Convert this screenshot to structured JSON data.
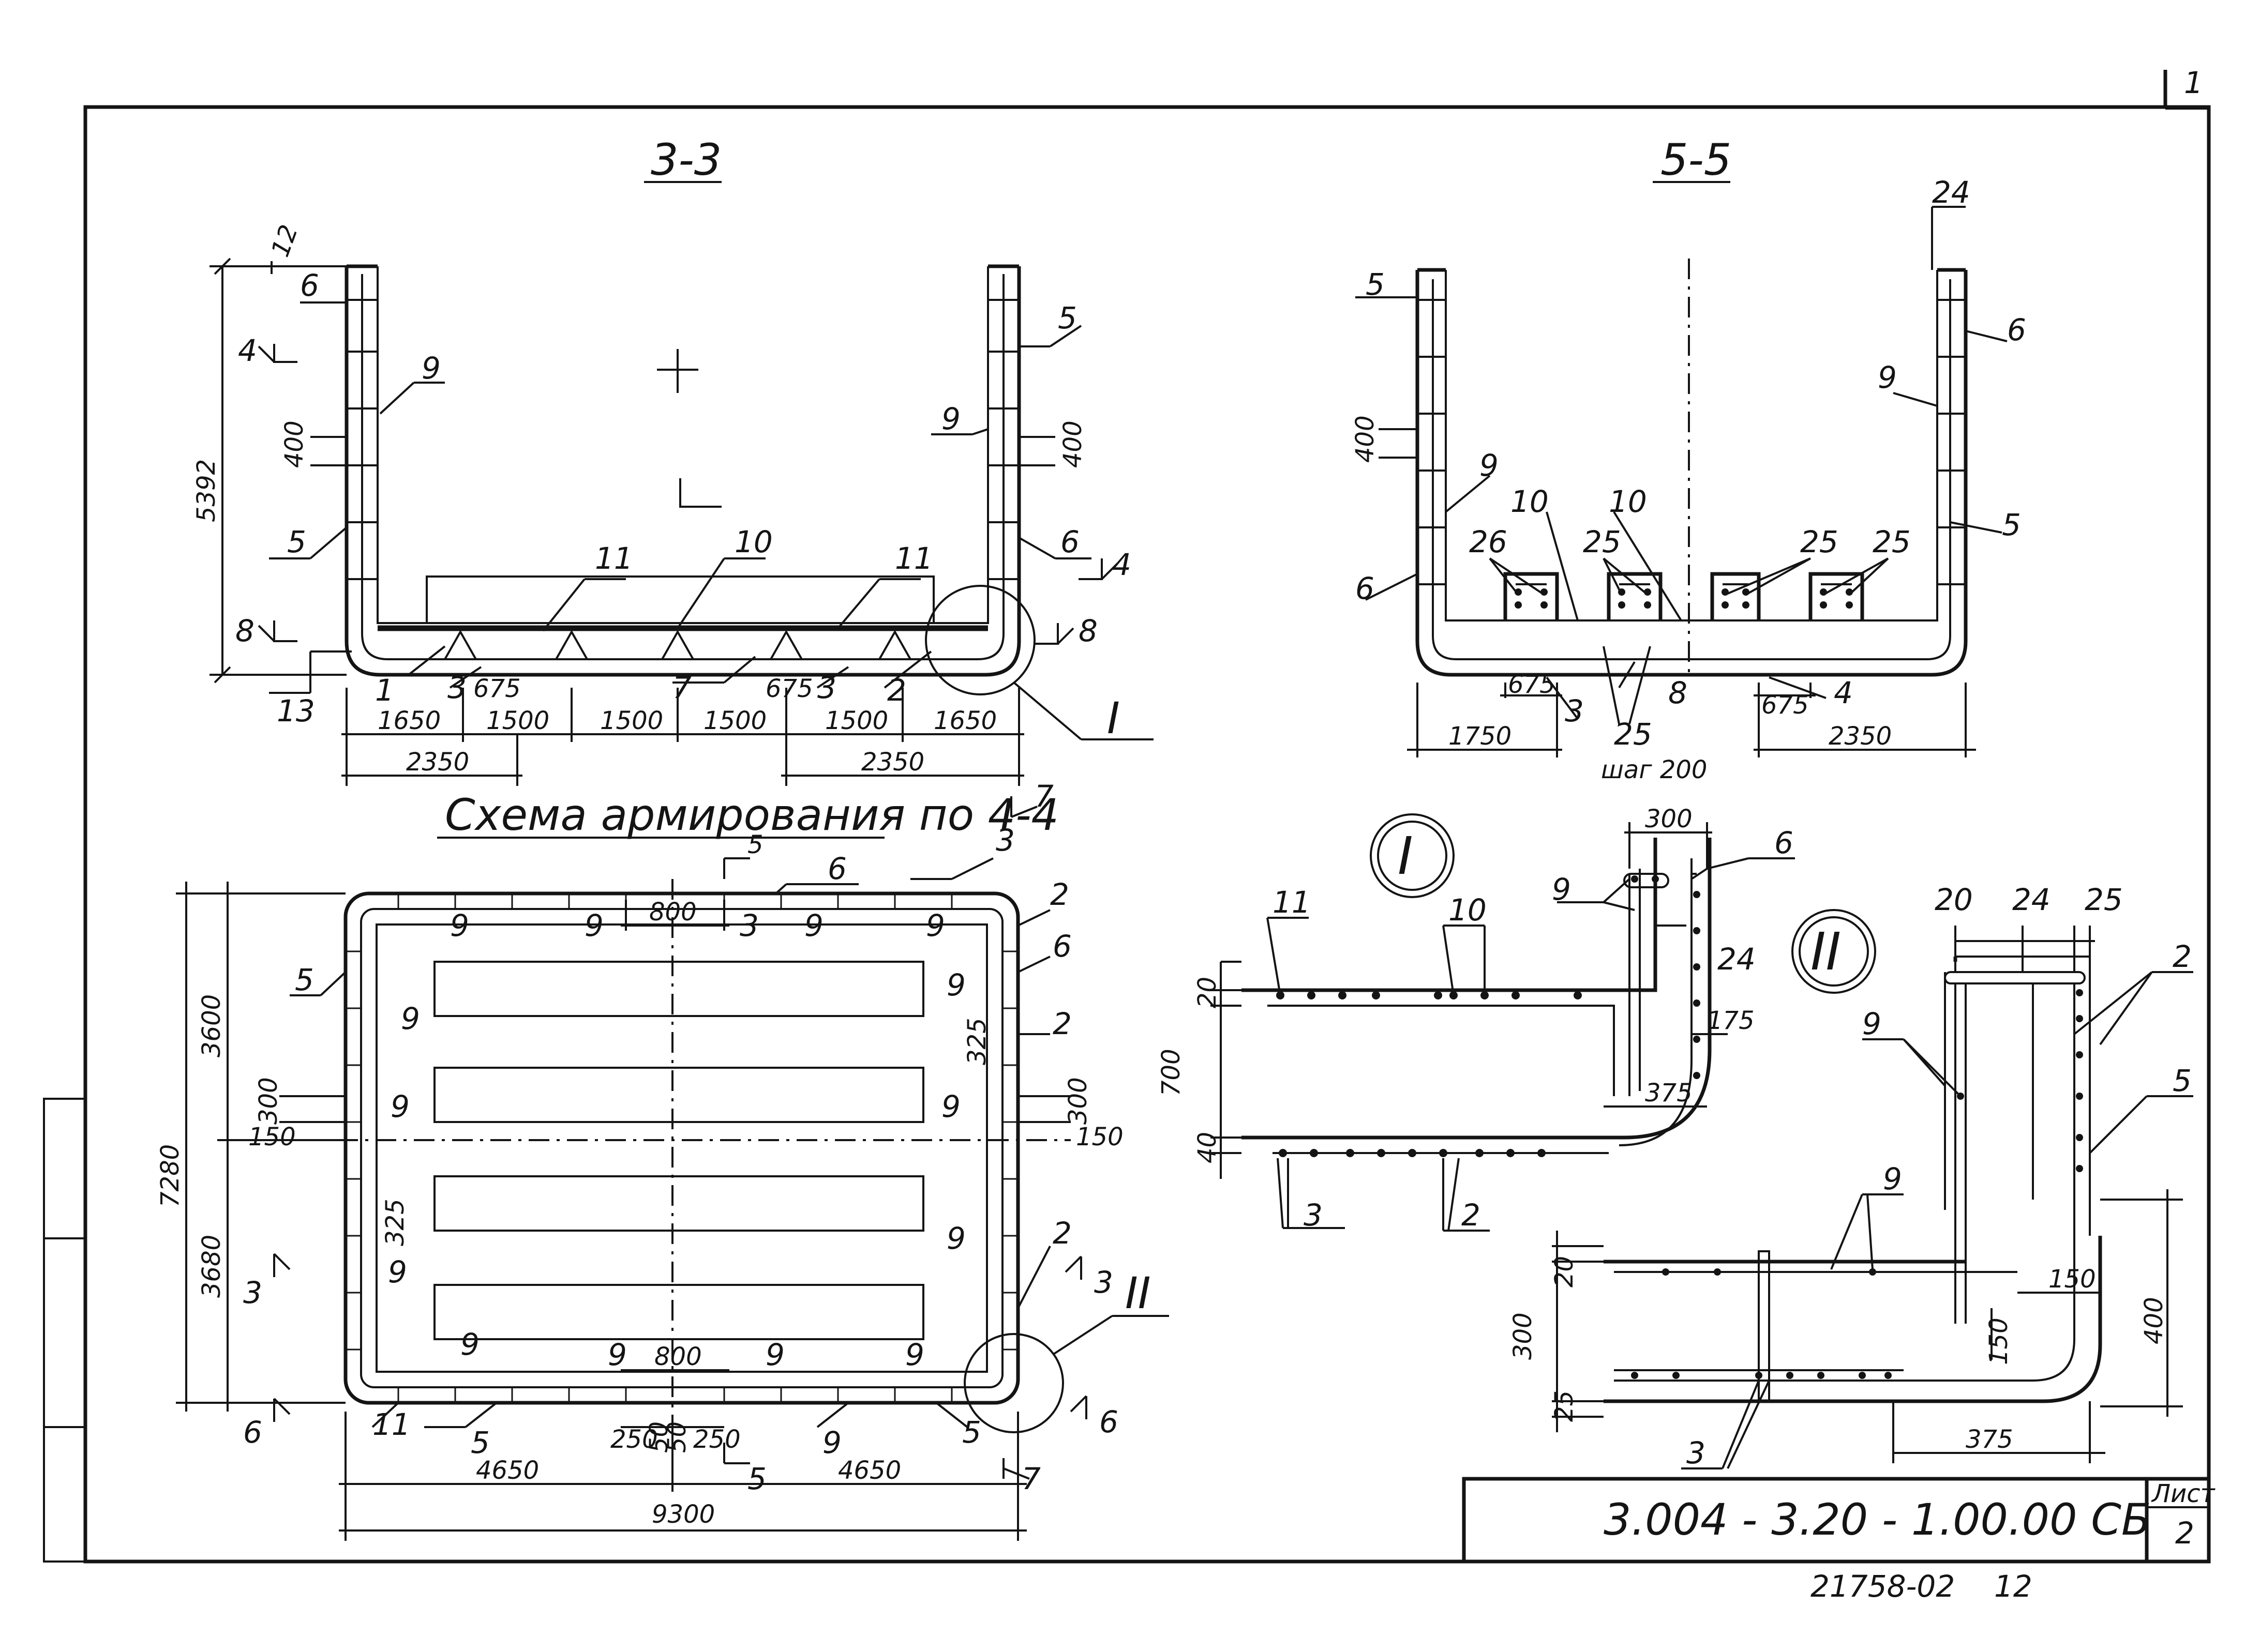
{
  "sheet": {
    "corner_number": "1",
    "code": "3.004 - 3.20 - 1.00.00 СБ",
    "sheet_label": "Лист",
    "sheet_number": "2",
    "inventory_number": "21758-02",
    "format_number": "12"
  },
  "section_3_3": {
    "title": "3-3",
    "cut_markers": [
      "4",
      "4",
      "8",
      "8"
    ],
    "part_labels": [
      "6",
      "9",
      "5",
      "11",
      "10",
      "11",
      "5",
      "9",
      "6",
      "13",
      "1",
      "3",
      "7",
      "3",
      "2",
      "I"
    ],
    "dims": {
      "height": "5392",
      "top_gap": "12",
      "step_left": "400",
      "step_right": "400",
      "bottom_parts": [
        "1650",
        "1500",
        "1500",
        "1500",
        "1500",
        "1650"
      ],
      "offsets": [
        "675",
        "675"
      ],
      "totals": [
        "2350",
        "2350"
      ]
    }
  },
  "section_5_5": {
    "title": "5-5",
    "part_labels": [
      "5",
      "24",
      "6",
      "9",
      "9",
      "10",
      "10",
      "26",
      "25",
      "25",
      "25",
      "6",
      "5",
      "8",
      "3",
      "4",
      "25"
    ],
    "dims": {
      "step": "400",
      "offsets": [
        "675",
        "675"
      ],
      "widths": [
        "1750",
        "2350"
      ],
      "pitch": "шаг 200"
    }
  },
  "plan_4_4": {
    "title": "Схема армирования по 4-4",
    "cut_markers": [
      "5",
      "5",
      "7",
      "7",
      "3",
      "3",
      "6",
      "6"
    ],
    "part_labels": [
      "6",
      "3",
      "5",
      "9",
      "9",
      "9",
      "3",
      "9",
      "9",
      "2",
      "6",
      "9",
      "2",
      "9",
      "9",
      "9",
      "2",
      "9",
      "9",
      "9",
      "9",
      "9",
      "11",
      "5",
      "9",
      "5",
      "II"
    ],
    "dims": {
      "total_width": "9300",
      "half_widths": [
        "4650",
        "4650"
      ],
      "total_depth": "7280",
      "half_depths": [
        "3600",
        "3680"
      ],
      "top_gap": "800",
      "bottom_gap": "800",
      "step_left": "300",
      "edge_left": "150",
      "step_right": "300",
      "edge_right": "150",
      "offset_right": "325",
      "offset_left": "325",
      "bottom_parts": [
        "250",
        "50",
        "50",
        "250"
      ]
    }
  },
  "detail_I": {
    "badge": "I",
    "part_labels": [
      "11",
      "10",
      "9",
      "6",
      "24",
      "3",
      "2"
    ],
    "dims": [
      "300",
      "20",
      "700",
      "40",
      "175",
      "375"
    ]
  },
  "detail_II": {
    "badge": "II",
    "part_labels": [
      "20",
      "24",
      "25",
      "2",
      "9",
      "5",
      "9",
      "3"
    ],
    "dims": [
      "20",
      "300",
      "25",
      "150",
      "150",
      "400",
      "375"
    ]
  }
}
